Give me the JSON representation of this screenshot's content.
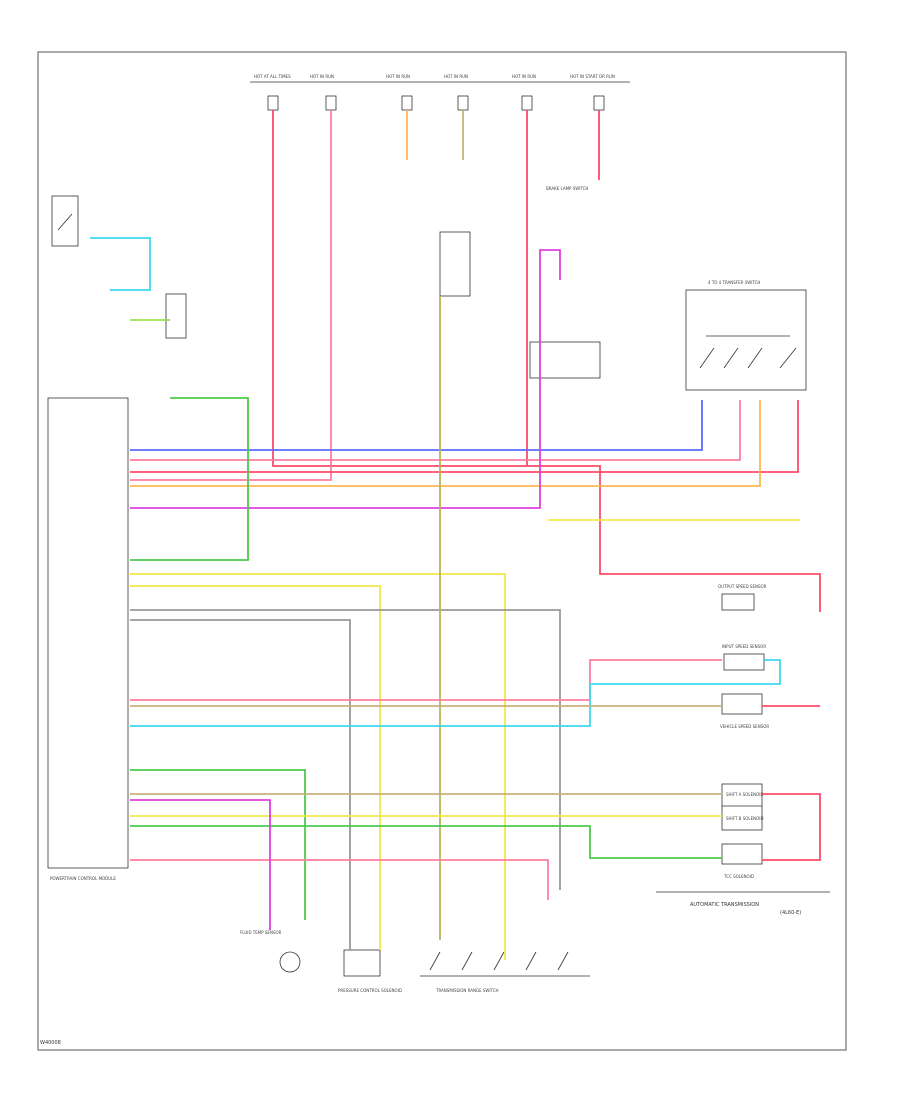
{
  "diagram": {
    "title": "AUTOMATIC TRANSMISSION",
    "title_sub": "(4L60-E)",
    "figure_id": "W40008",
    "connector_labels": [
      "HOT AT ALL TIMES",
      "HOT IN RUN",
      "HOT IN RUN",
      "HOT IN RUN",
      "HOT IN RUN",
      "HOT IN START OR RUN"
    ],
    "component_labels": {
      "brake_switch": "BRAKE LAMP SWITCH",
      "range_switch": "4 TO 4 TRANSFER SWITCH",
      "pcm": "POWERTRAIN CONTROL MODULE",
      "input_speed": "INPUT SPEED SENSOR",
      "output_speed": "OUTPUT SPEED SENSOR",
      "vss": "VEHICLE SPEED SENSOR",
      "tcc": "TCC SOLENOID",
      "shift_a": "SHIFT A SOLENOID",
      "shift_b": "SHIFT B SOLENOID",
      "pressure_control": "PRESSURE CONTROL SOLENOID",
      "fluid_temp": "FLUID TEMP SENSOR",
      "prnd_switch": "TRANSMISSION RANGE SWITCH"
    },
    "colors": {
      "red": "#ff4a6a",
      "pink": "#ff7fa0",
      "blue": "#5b6cff",
      "cyan": "#3fd8ee",
      "green": "#4cc94c",
      "yellow": "#f2e84a",
      "orange": "#ffb84d",
      "tan": "#c8b27a",
      "magenta": "#e040e0",
      "gray": "#999999",
      "olive": "#b4b45a",
      "lime": "#9be04c"
    }
  }
}
